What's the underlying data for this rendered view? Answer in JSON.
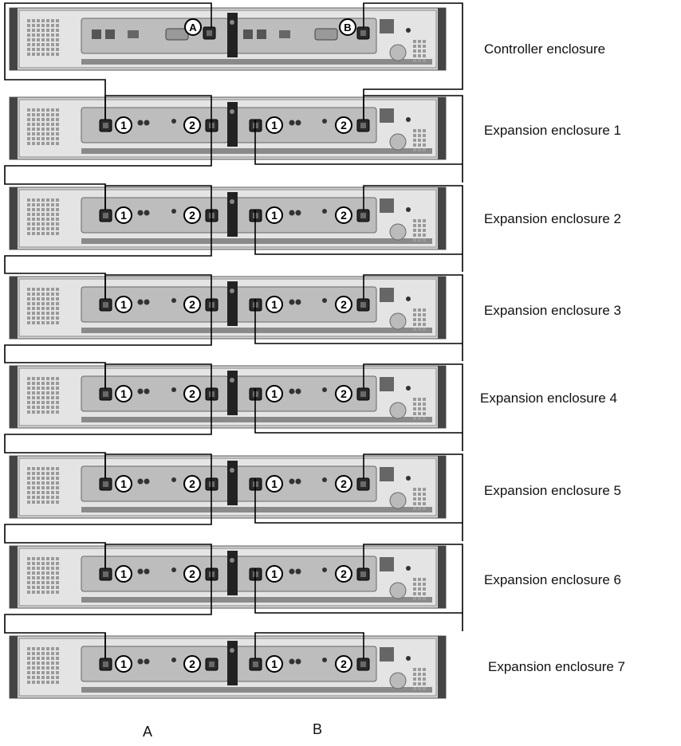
{
  "enclosures": [
    {
      "label": "Controller enclosure",
      "type": "controller",
      "markers": [
        "A",
        "B"
      ]
    },
    {
      "label": "Expansion enclosure 1",
      "type": "expansion",
      "modules": [
        "1",
        "2"
      ]
    },
    {
      "label": "Expansion enclosure 2",
      "type": "expansion",
      "modules": [
        "1",
        "2"
      ]
    },
    {
      "label": "Expansion enclosure 3",
      "type": "expansion",
      "modules": [
        "1",
        "2"
      ]
    },
    {
      "label": "Expansion enclosure 4",
      "type": "expansion",
      "modules": [
        "1",
        "2"
      ]
    },
    {
      "label": "Expansion enclosure 5",
      "type": "expansion",
      "modules": [
        "1",
        "2"
      ]
    },
    {
      "label": "Expansion enclosure 6",
      "type": "expansion",
      "modules": [
        "1",
        "2"
      ]
    },
    {
      "label": "Expansion enclosure 7",
      "type": "expansion",
      "modules": [
        "1",
        "2"
      ]
    }
  ],
  "columns": [
    "A",
    "B"
  ],
  "colors": {
    "chassis": "#d6d6d6",
    "panel": "#bdbdbd",
    "cable": "#000000"
  }
}
